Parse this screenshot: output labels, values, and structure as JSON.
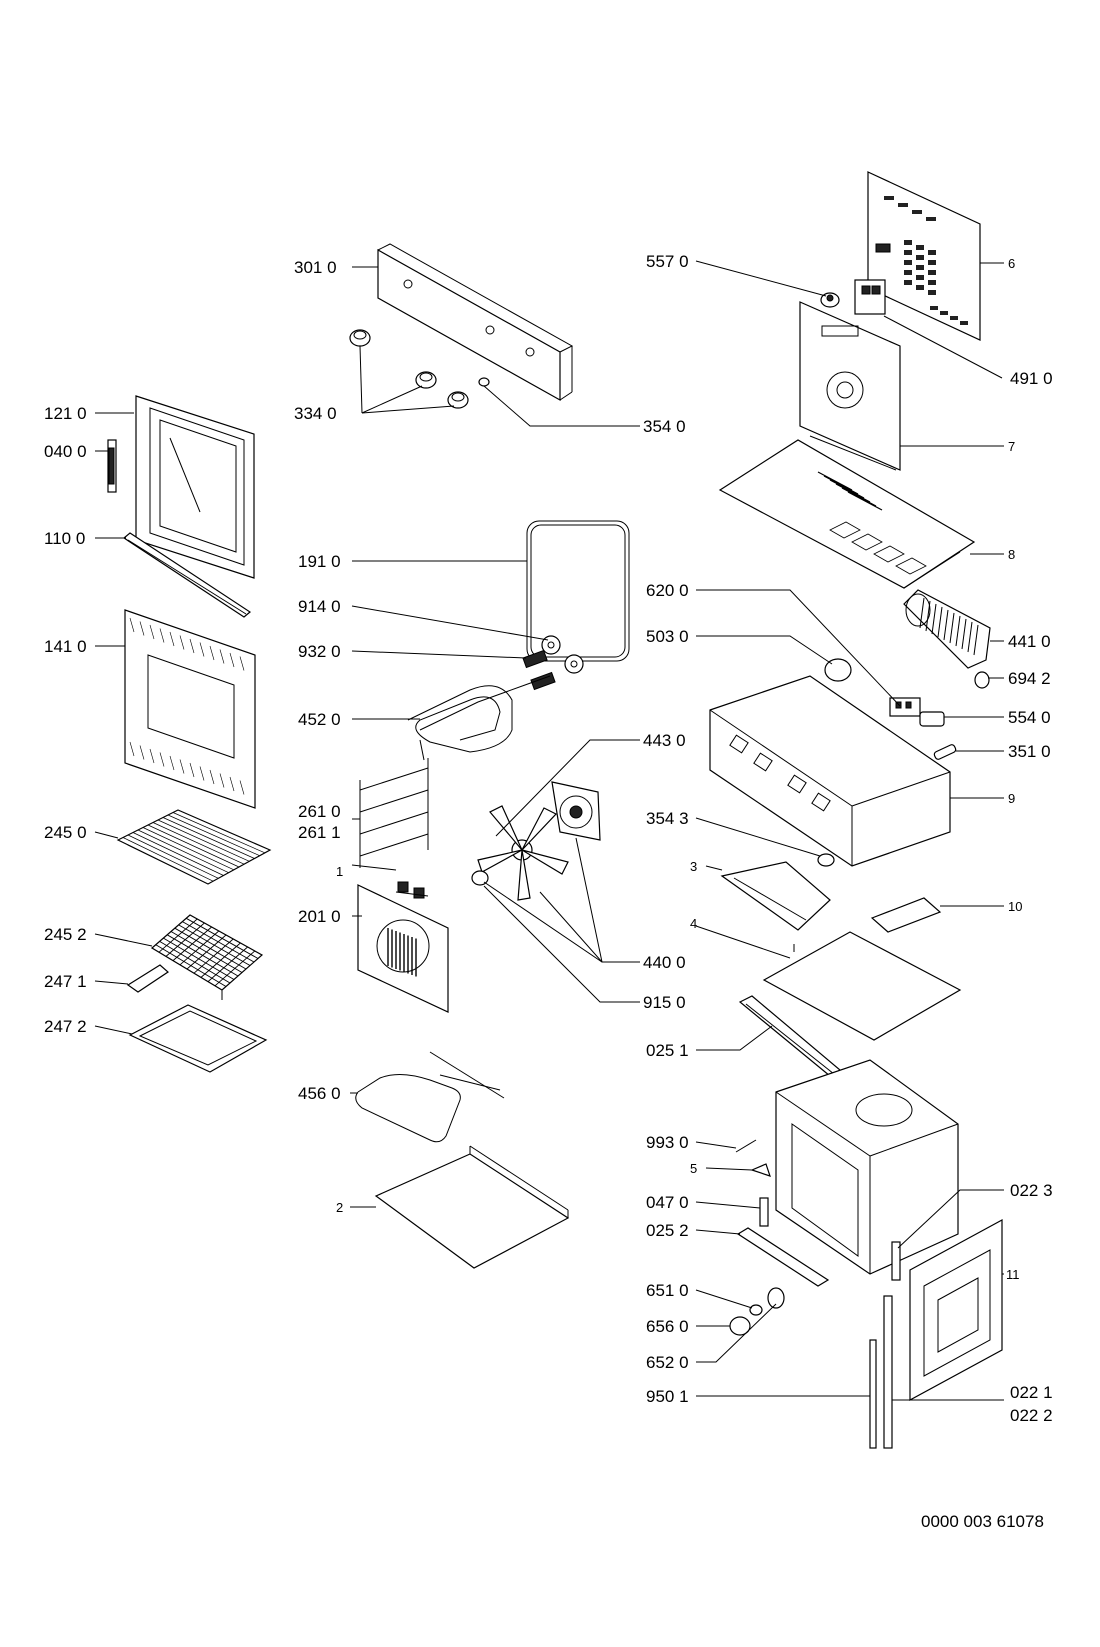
{
  "labels": {
    "l301_0": "301 0",
    "l334_0": "334 0",
    "l354_0": "354 0",
    "l121_0": "121 0",
    "l040_0": "040 0",
    "l110_0": "110 0",
    "l141_0": "141 0",
    "l245_0": "245 0",
    "l245_2": "245 2",
    "l247_1": "247 1",
    "l247_2": "247 2",
    "l191_0": "191 0",
    "l914_0": "914 0",
    "l932_0": "932 0",
    "l452_0": "452 0",
    "l261_0": "261 0",
    "l261_1": "261 1",
    "l1": "1",
    "l201_0": "201 0",
    "l456_0": "456 0",
    "l2": "2",
    "l443_0": "443 0",
    "l440_0": "440 0",
    "l915_0": "915 0",
    "l557_0": "557 0",
    "l6": "6",
    "l491_0": "491 0",
    "l7": "7",
    "l8": "8",
    "l620_0": "620 0",
    "l503_0": "503 0",
    "l441_0": "441 0",
    "l694_2": "694 2",
    "l554_0": "554 0",
    "l351_0": "351 0",
    "l9": "9",
    "l354_3": "354 3",
    "l3": "3",
    "l4": "4",
    "l10": "10",
    "l025_1": "025 1",
    "l993_0": "993 0",
    "l5": "5",
    "l047_0": "047 0",
    "l025_2": "025 2",
    "l022_3": "022 3",
    "l11": "11",
    "l651_0": "651 0",
    "l656_0": "656 0",
    "l652_0": "652 0",
    "l950_1": "950 1",
    "l022_1": "022 1",
    "l022_2": "022 2"
  },
  "footer": {
    "drawing_number": "0000 003 61078"
  }
}
